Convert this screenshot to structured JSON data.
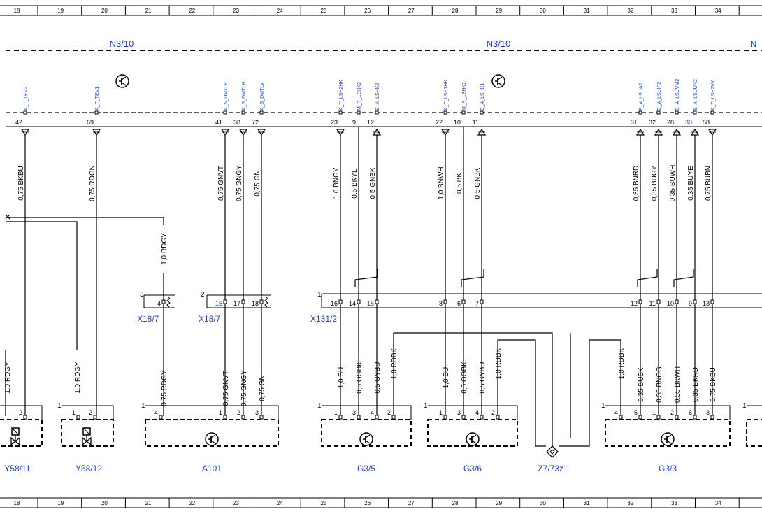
{
  "grid": {
    "columns": [
      {
        "label": "18"
      },
      {
        "label": "19"
      },
      {
        "label": "20"
      },
      {
        "label": "21"
      },
      {
        "label": "22"
      },
      {
        "label": "23"
      },
      {
        "label": "24"
      },
      {
        "label": "25"
      },
      {
        "label": "26"
      },
      {
        "label": "27"
      },
      {
        "label": "28"
      },
      {
        "label": "29"
      },
      {
        "label": "30"
      },
      {
        "label": "31"
      },
      {
        "label": "32"
      },
      {
        "label": "33"
      },
      {
        "label": "34"
      }
    ]
  },
  "control_units": [
    {
      "label": "N3/10"
    },
    {
      "label": "N3/10"
    },
    {
      "label": "N"
    }
  ],
  "pins": [
    {
      "signal": "A_T_TEV2",
      "pin": "42",
      "pin_color": "#000000",
      "direction": "out",
      "wire": "0,75 BKBU"
    },
    {
      "signal": "A_T_TEV1",
      "pin": "69",
      "pin_color": "#000000",
      "direction": "out",
      "wire": "0,75 RDGN"
    },
    {
      "signal": "A_S_DMTLP",
      "pin": "41",
      "pin_color": "#000000",
      "direction": "out",
      "wire": "0,75 GNVT"
    },
    {
      "signal": "A_S_DMTLH",
      "pin": "38",
      "pin_color": "#000000",
      "direction": "out",
      "wire": "0,75 GNGY"
    },
    {
      "signal": "A_S_DMTLV",
      "pin": "72",
      "pin_color": "#000000",
      "direction": "out",
      "wire": "0,75 GN"
    },
    {
      "signal": "A_T_LSH2HK",
      "pin": "23",
      "pin_color": "#000000",
      "direction": "out",
      "wire": "1,0 BNGY"
    },
    {
      "signal": "M_R_LSHK2",
      "pin": "9",
      "pin_color": "#000000",
      "direction": "none",
      "wire": "0,5 BKYE"
    },
    {
      "signal": "E_A_LSHK2",
      "pin": "12",
      "pin_color": "#000000",
      "direction": "in",
      "wire": "0,5 GNBK"
    },
    {
      "signal": "A_T_LSH1HK",
      "pin": "22",
      "pin_color": "#000000",
      "direction": "out",
      "wire": "1,0 BNWH"
    },
    {
      "signal": "M_R_LSHK1",
      "pin": "10",
      "pin_color": "#000000",
      "direction": "none",
      "wire": "0,5 BK"
    },
    {
      "signal": "E_A_LSHK1",
      "pin": "11",
      "pin_color": "#000000",
      "direction": "in",
      "wire": "0,5 GNBK"
    },
    {
      "signal": "E_A_LSUA2",
      "pin": "31",
      "pin_color": "#1a3fd1",
      "direction": "in",
      "wire": "0,35 BNRD"
    },
    {
      "signal": "E_A_LSUIP2",
      "pin": "32",
      "pin_color": "#000000",
      "direction": "in",
      "wire": "0,35 BUGY"
    },
    {
      "signal": "E_A_LSUVM2",
      "pin": "28",
      "pin_color": "#000000",
      "direction": "in",
      "wire": "0,35 BUWH"
    },
    {
      "signal": "E_A_LSUUN2",
      "pin": "30",
      "pin_color": "#1a3fd1",
      "direction": "in",
      "wire": "0,35 BUYE"
    },
    {
      "signal": "A_T_LSH2VK",
      "pin": "58",
      "pin_color": "#000000",
      "direction": "out",
      "wire": "0,75 BUBN"
    }
  ],
  "cross_wires": {
    "rdgy_upper": "1,0 RDGY"
  },
  "connectors": [
    {
      "id": "X18/7",
      "num": "3",
      "pins": [
        "4"
      ],
      "pin_colors": [
        "#000000"
      ]
    },
    {
      "id": "X18/7",
      "num": "2",
      "pins": [
        "15",
        "17",
        "18"
      ],
      "pin_colors": [
        "#1a3fd1",
        "#000000",
        "#000000"
      ]
    },
    {
      "id": "X131/2",
      "num": "1",
      "pins": [
        "16",
        "14",
        "15",
        "8",
        "6",
        "7",
        "12",
        "11",
        "10",
        "9",
        "13"
      ],
      "pin_colors": [
        "#000000",
        "#000000",
        "#1a3fd1",
        "#000000",
        "#000000",
        "#000000",
        "#000000",
        "#000000",
        "#000000",
        "#000000",
        "#000000"
      ]
    }
  ],
  "lower_wires": [
    {
      "label": "1,0 RDGY"
    },
    {
      "label": "1,0 RDGY"
    },
    {
      "label": "0,75 RDGY"
    },
    {
      "label": "0,75 GNVT"
    },
    {
      "label": "0,75 GNGY"
    },
    {
      "label": "0,75 GN"
    },
    {
      "label": "1,0 BU"
    },
    {
      "label": "0,5 OGBK"
    },
    {
      "label": "0,5 GYBU"
    },
    {
      "label": "1,0 RDBK"
    },
    {
      "label": "1,0 BU"
    },
    {
      "label": "0,5 OGBK"
    },
    {
      "label": "0,5 GYBU"
    },
    {
      "label": "1,0 RDBK"
    },
    {
      "label": "1,0 RDBK"
    },
    {
      "label": "0,35 BUBK"
    },
    {
      "label": "0,35 BNOG"
    },
    {
      "label": "0,35 BKWH"
    },
    {
      "label": "0,35 BKRD"
    },
    {
      "label": "0,75 BKBU"
    }
  ],
  "components": [
    {
      "id": "Y58/11",
      "num": "",
      "pins": [
        "2"
      ]
    },
    {
      "id": "Y58/12",
      "num": "1",
      "pins": [
        "1",
        "2"
      ]
    },
    {
      "id": "A101",
      "num": "1",
      "pins": [
        "4",
        "1",
        "2",
        "3"
      ]
    },
    {
      "id": "G3/5",
      "num": "1",
      "pins": [
        "1",
        "3",
        "4",
        "2"
      ]
    },
    {
      "id": "G3/6",
      "num": "1",
      "pins": [
        "1",
        "3",
        "4",
        "2"
      ]
    },
    {
      "id": "Z7/73z1",
      "num": "",
      "pins": []
    },
    {
      "id": "G3/3",
      "num": "1",
      "pins": [
        "4",
        "5",
        "1",
        "2",
        "6",
        "3"
      ]
    },
    {
      "id": "",
      "num": "1",
      "pins": []
    }
  ]
}
